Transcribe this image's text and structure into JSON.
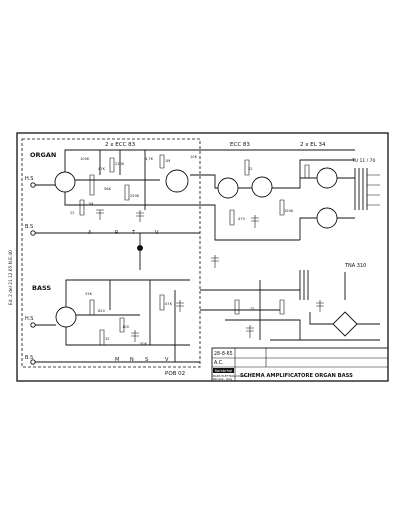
{
  "tubes": {
    "v1": "2 x ECC 83",
    "v2": "ECC 83",
    "v3": "2 x EL 34"
  },
  "sections": {
    "organ": "ORGAN",
    "bass": "BASS",
    "board_id": "POB 02"
  },
  "inputs": {
    "organ_hs": "H.S",
    "organ_bs": "B.S",
    "bass_hs": "H.S",
    "bass_bs": "B.S"
  },
  "bus_labels": {
    "organ": [
      "A",
      "R",
      "T",
      "V"
    ],
    "bass": [
      "M",
      "N",
      "S",
      "V"
    ]
  },
  "power": {
    "label": "TNA 310"
  },
  "output": {
    "label": "TU 11 / 70"
  },
  "side_note": "Ed. 2 del 21.12.65 N.E.40",
  "title_block": {
    "date": "28-8-65",
    "drawn_by": "A.C.",
    "logo": "Kombrhal",
    "company_line1": "BARS ELETTROACUSTICA",
    "company_line2": "Parrella - Italy",
    "title": "SCHEMA  AMPLIFICATORE  ORGAN  BASS"
  },
  "component_labels": [
    "100K",
    "47K",
    "1M",
    "22",
    "56K",
    "220K",
    "250K",
    "4,7K",
    "1M",
    "10K",
    "33K",
    "820",
    "32",
    "100",
    "50K",
    "47K",
    "22",
    "150K",
    "470",
    "25"
  ]
}
